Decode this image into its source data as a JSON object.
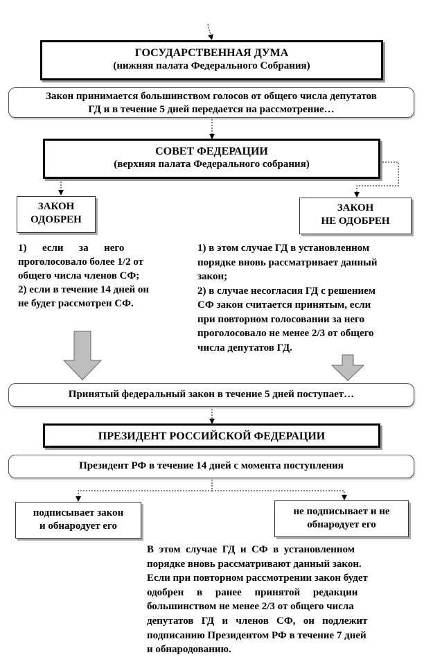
{
  "duma": {
    "title": "ГОСУДАРСТВЕННАЯ ДУМА",
    "subtitle": "(нижняя палата Федерального Собрания)"
  },
  "duma_note": {
    "line1": "Закон принимается большинством голосов от общего числа депутатов",
    "line2": "ГД и в течение 5 дней передается на рассмотрение…"
  },
  "council": {
    "title": "СОВЕТ ФЕДЕРАЦИИ",
    "subtitle": "(верхняя палата Федерального собрания)"
  },
  "approved": {
    "line1": "ЗАКОН",
    "line2": "ОДОБРЕН"
  },
  "not_approved": {
    "line1": "ЗАКОН",
    "line2": "НЕ ОДОБРЕН"
  },
  "approved_conditions": {
    "line1": "1)      если      за      него",
    "line2": "проголосовало более 1/2 от",
    "line3": "общего числа членов СФ;",
    "line4": "2) если в течение 14 дней он",
    "line5": "не будет рассмотрен СФ."
  },
  "not_approved_conditions": {
    "line1": "1) в этом случае ГД в установленном",
    "line2": "порядке вновь рассматривает данный",
    "line3": "закон;",
    "line4": "2) в случае несогласия ГД с решением",
    "line5": "СФ закон считается принятым, если",
    "line6": "при повторном голосовании за него",
    "line7": "проголосовало не менее 2/3 от общего",
    "line8": "числа депутатов ГД."
  },
  "adopted_law": "Принятый федеральный закон в течение 5 дней поступает…",
  "president": "ПРЕЗИДЕНТ РОССИЙСКОЙ ФЕДЕРАЦИИ",
  "president_note": "Президент РФ в течение 14 дней с момента поступления",
  "signs": {
    "line1": "подписывает закон",
    "line2": "и обнародует его"
  },
  "not_signs": {
    "line1": "не подписывает и не",
    "line2": "обнародует его"
  },
  "veto_text": {
    "line1": "В  этом  случае  ГД  и  СФ  в  установленном",
    "line2": "порядке вновь рассматривают данный закон.",
    "line3": "Если при повторном рассмотрении закон будет",
    "line4": "одобрен     в     ранее     принятой     редакции",
    "line5": "большинством не менее 2/3 от общего числа",
    "line6": "депутатов   ГД   и   членов   СФ,   он   подлежит",
    "line7": "подписанию Президентом РФ в течение 7 дней",
    "line8": "и обнародованию."
  },
  "colors": {
    "block_arrow": "#bdbdbd",
    "connector": "#000000"
  }
}
